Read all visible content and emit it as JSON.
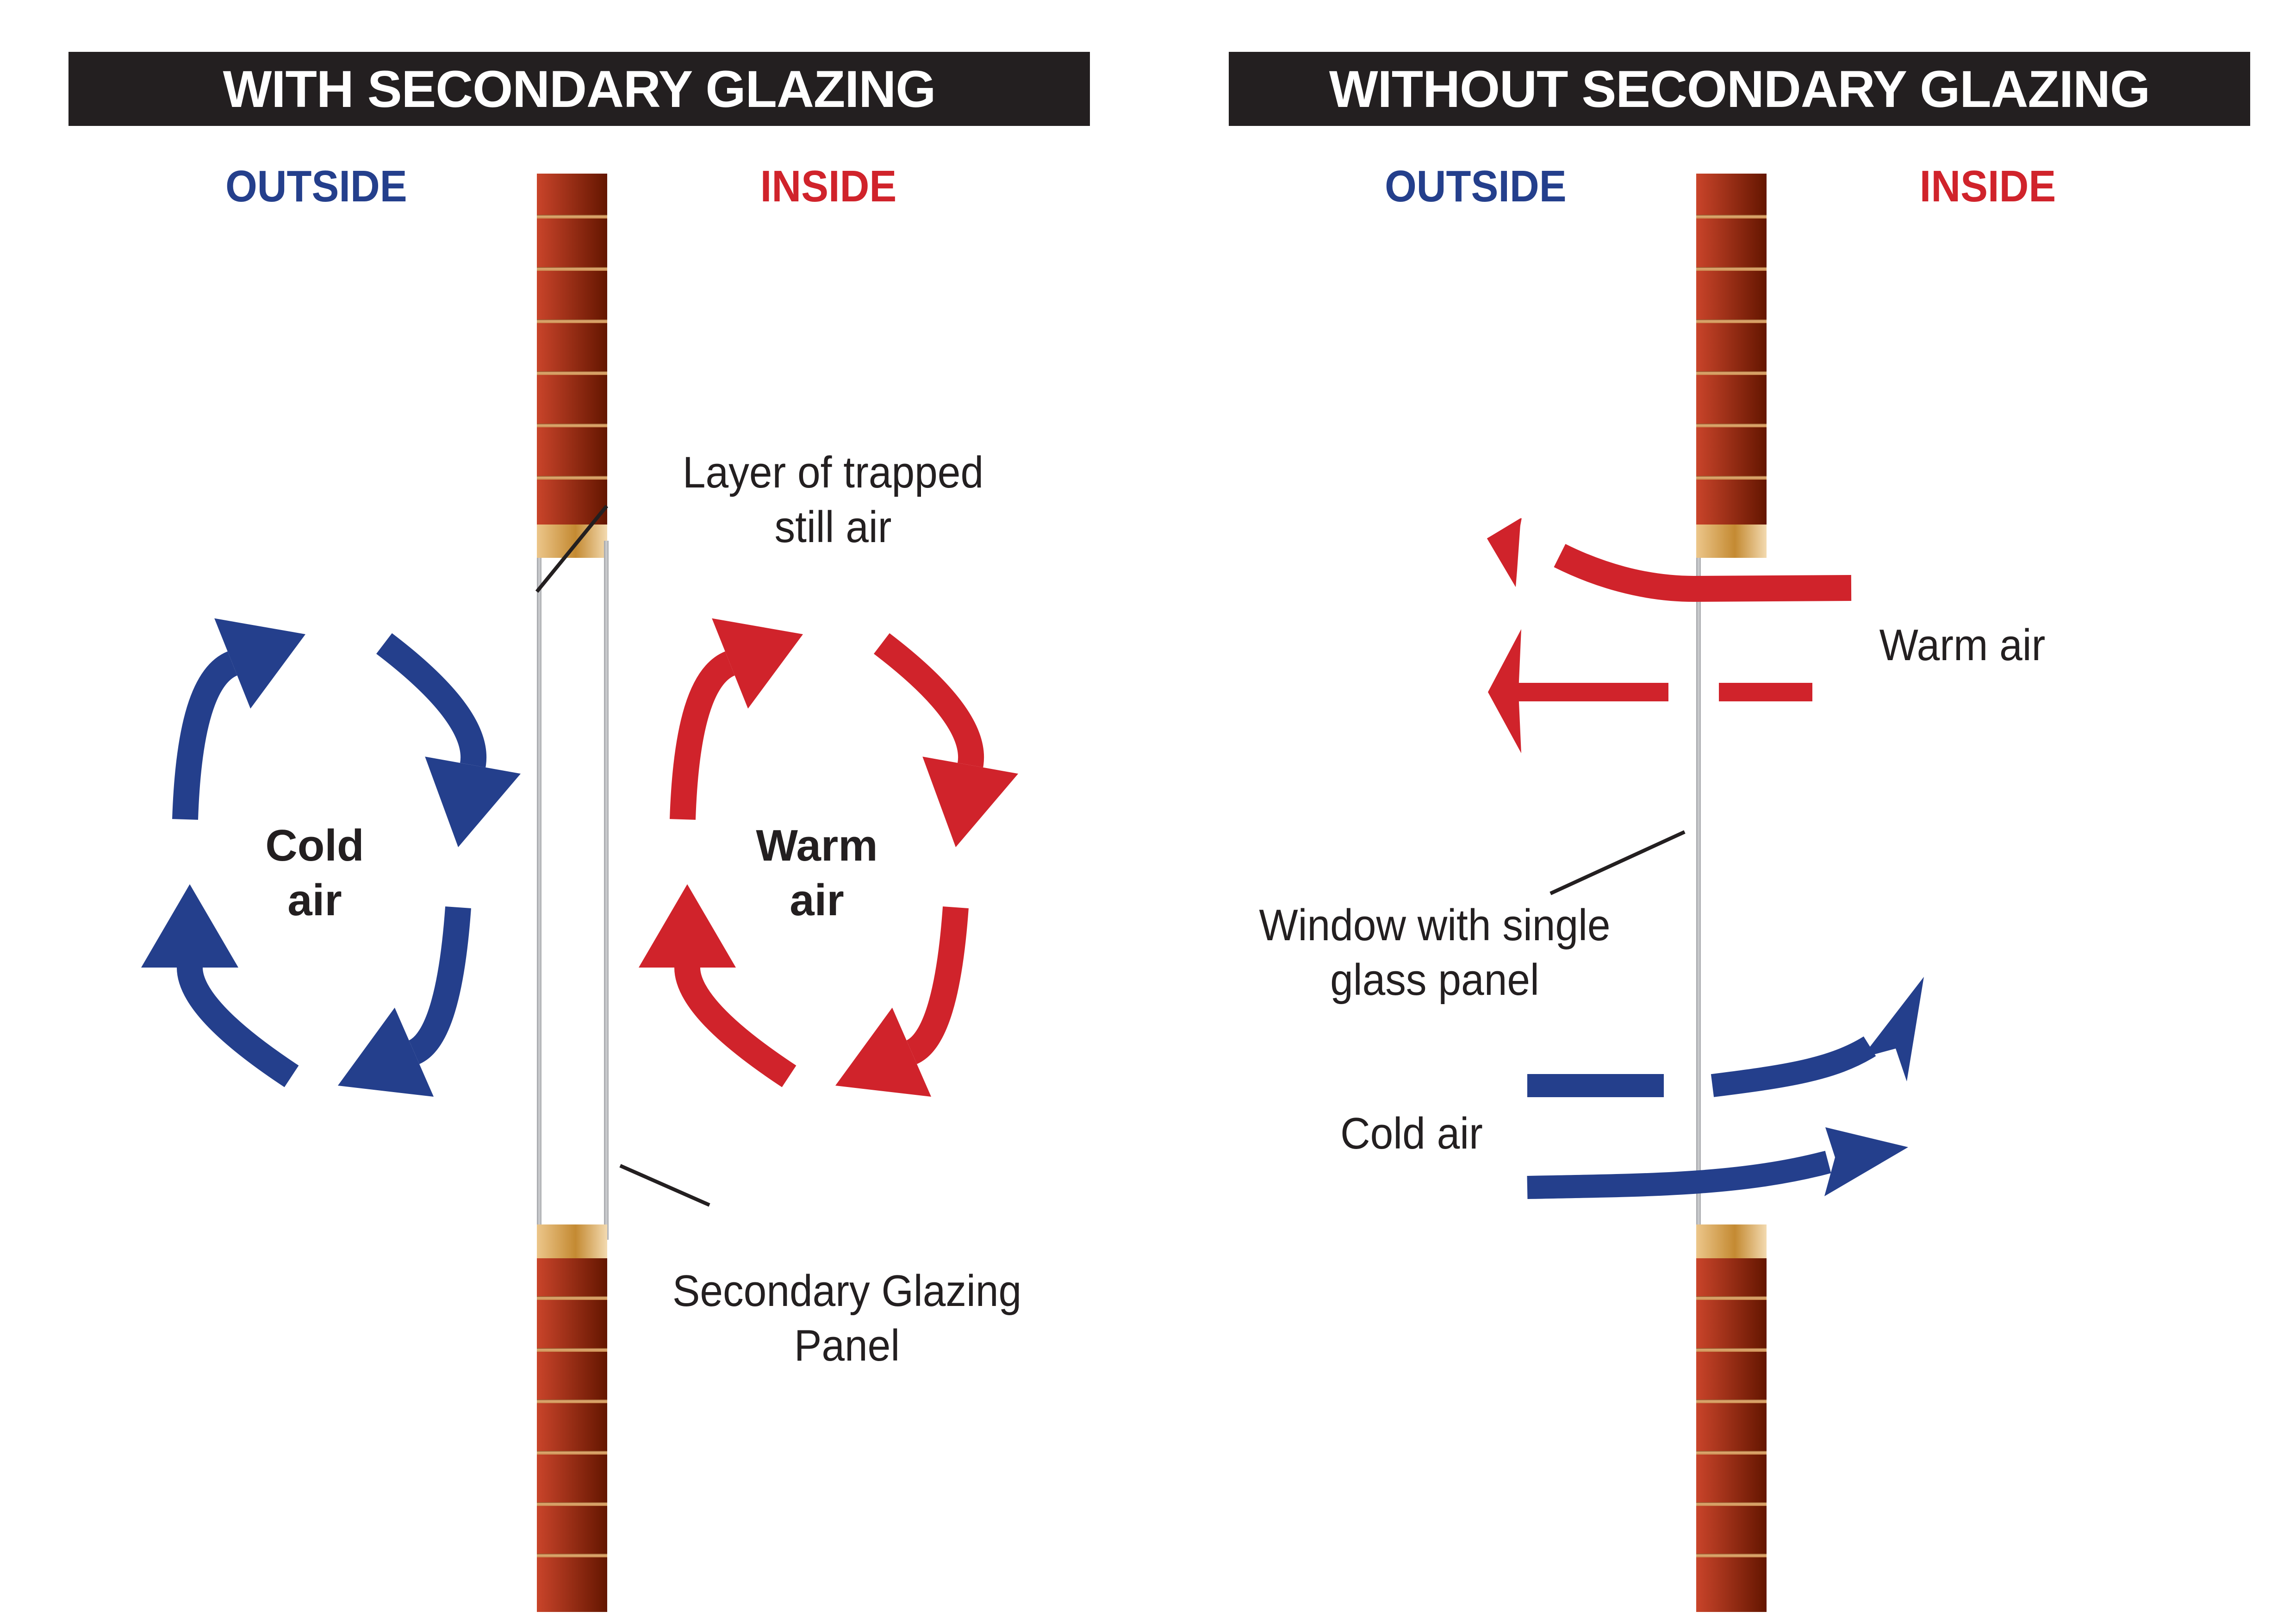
{
  "panels": [
    {
      "title": "WITH SECONDARY GLAZING",
      "outside_label": "OUTSIDE",
      "inside_label": "INSIDE",
      "cold_circulation_label": [
        "Cold",
        "air"
      ],
      "warm_circulation_label": [
        "Warm",
        "air"
      ],
      "annotation_trapped_air": [
        "Layer of trapped",
        "still air"
      ],
      "annotation_secondary_panel": [
        "Secondary Glazing",
        "Panel"
      ]
    },
    {
      "title": "WITHOUT SECONDARY GLAZING",
      "outside_label": "OUTSIDE",
      "inside_label": "INSIDE",
      "warm_air_label": "Warm air",
      "cold_air_label": "Cold air",
      "annotation_window": [
        "Window with single",
        "glass panel"
      ]
    }
  ],
  "colors": {
    "header_bg": "#231f20",
    "header_text": "#ffffff",
    "outside_blue": "#243f8c",
    "inside_red": "#d0232b",
    "cold_arrow": "#243f8c",
    "warm_arrow": "#d0232b",
    "brick_light": "#c9442a",
    "brick_dark": "#641600",
    "mortar": "#d9a46a",
    "sill_light": "#ecc68a",
    "sill_mid": "#c48a32",
    "glass": "#b8b9bc",
    "text": "#231f20"
  }
}
